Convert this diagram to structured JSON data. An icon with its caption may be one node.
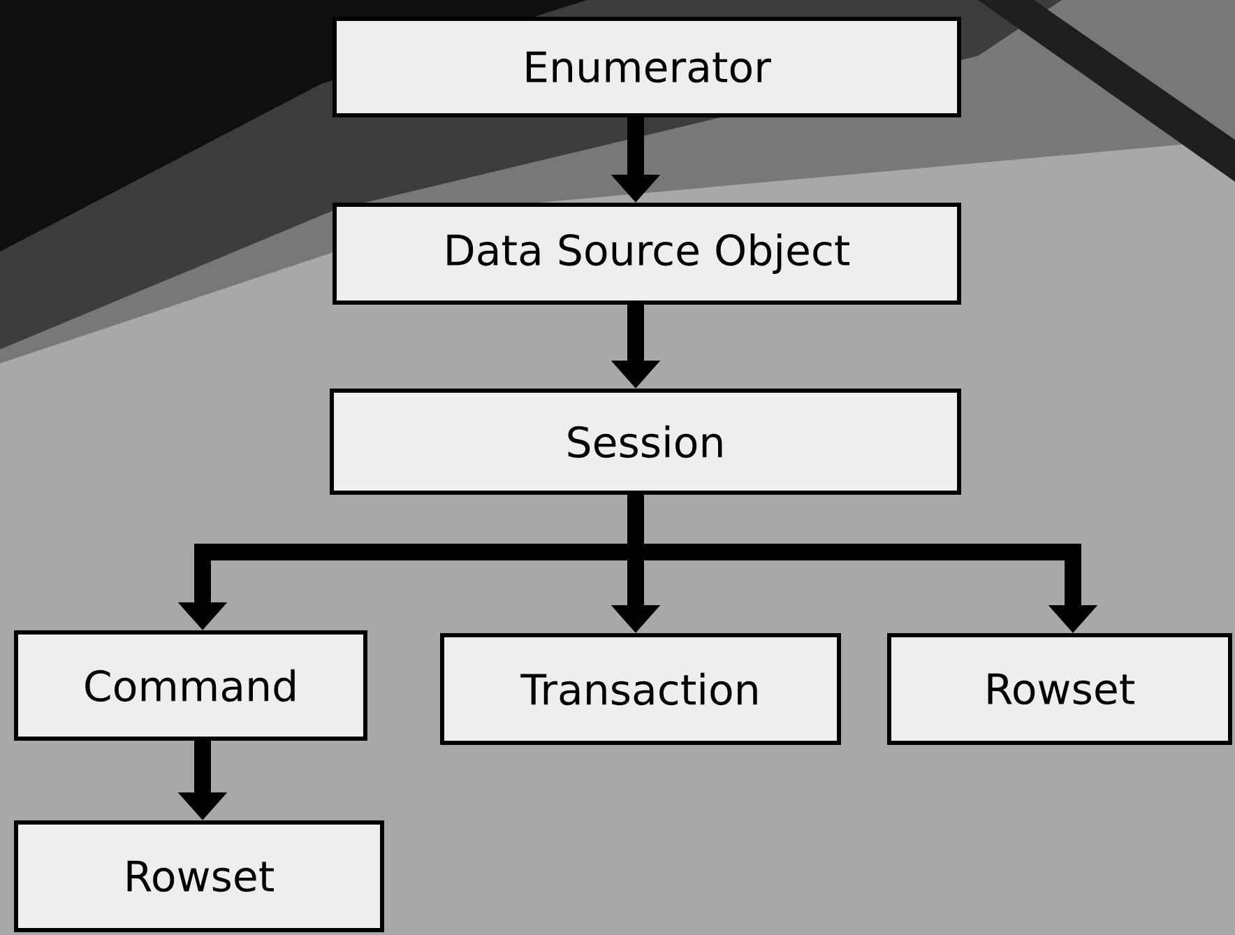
{
  "diagram": {
    "nodes": [
      {
        "text": [
          "Enumerator"
        ]
      },
      {
        "text": [
          "Data Source Object"
        ]
      },
      {
        "text": [
          "Session"
        ]
      },
      {
        "text": [
          "Command"
        ]
      },
      {
        "text": [
          "Transaction"
        ]
      },
      {
        "text": [
          "Rowset"
        ]
      },
      {
        "text": [
          "Rowset"
        ]
      }
    ],
    "edges": [
      {
        "from": 0,
        "to": 1,
        "arrow": "to"
      },
      {
        "from": 1,
        "to": 2,
        "arrow": "to"
      },
      {
        "from": 2,
        "to": 3,
        "arrow": "to"
      },
      {
        "from": 2,
        "to": 4,
        "arrow": "to"
      },
      {
        "from": 2,
        "to": 5,
        "arrow": "to"
      },
      {
        "from": 3,
        "to": 6,
        "arrow": "to"
      }
    ]
  }
}
